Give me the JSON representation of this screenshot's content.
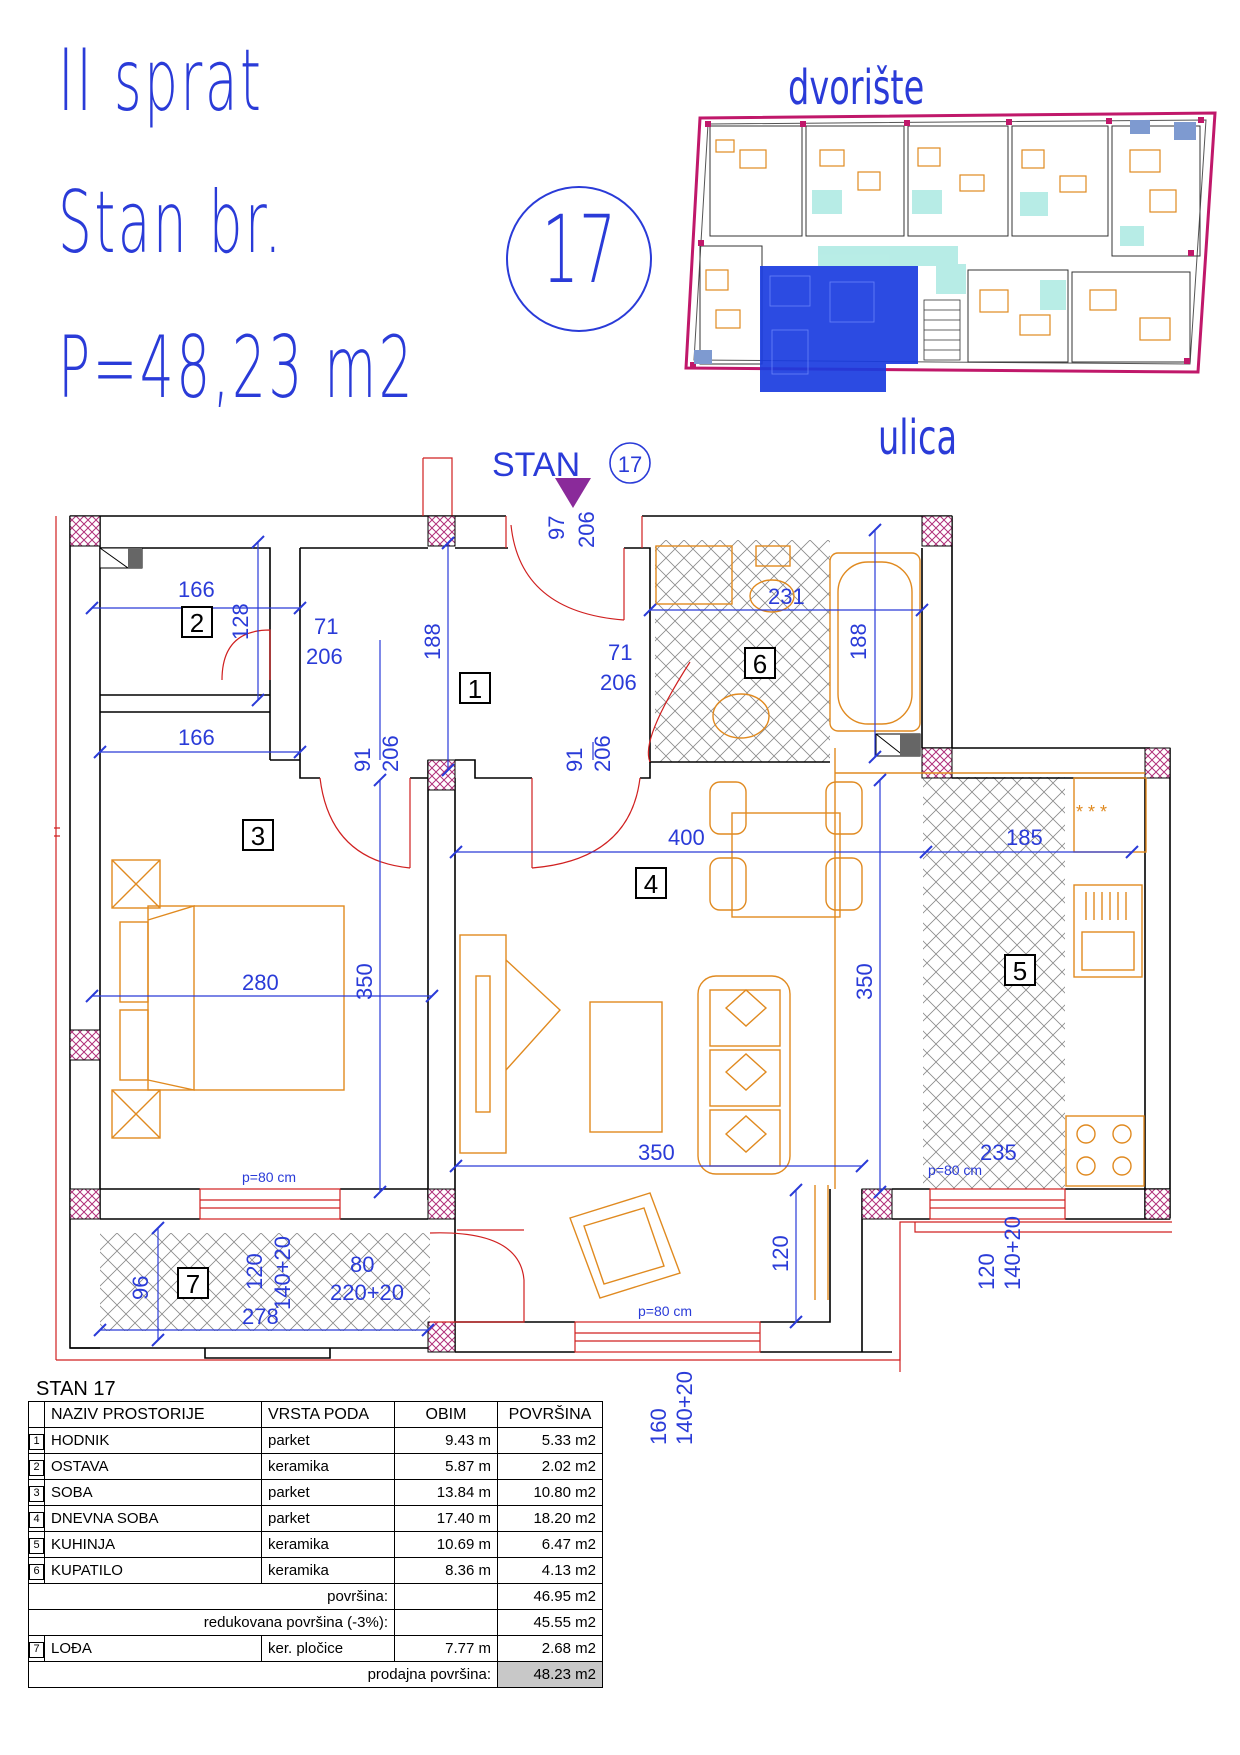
{
  "header": {
    "floor": "II sprat",
    "apartment_label": "Stan br.",
    "area_label": "P=48,23 m2",
    "apartment_number": "17"
  },
  "site_plan": {
    "top_label": "dvorište",
    "bottom_label": "ulica",
    "highlight_color": "#1a3ce0"
  },
  "plan": {
    "marker_label": "STAN",
    "marker_number": "17",
    "rooms": [
      "1",
      "2",
      "3",
      "4",
      "5",
      "6",
      "7"
    ],
    "dimensions": {
      "d_97": "97",
      "d_206": "206",
      "d_166a": "166",
      "d_128": "128",
      "d_71a": "71",
      "d_206a": "206",
      "d_188a": "188",
      "d_71b": "71",
      "d_206b": "206",
      "d_231": "231",
      "d_188b": "188",
      "d_166b": "166",
      "d_91a": "91",
      "d_206c": "206",
      "d_91b": "91",
      "d_206d": "206",
      "d_400": "400",
      "d_185": "185",
      "d_280": "280",
      "d_350a": "350",
      "d_350b": "350",
      "d_350c": "350",
      "d_235": "235",
      "d_120a": "120",
      "d_140_20a": "140+20",
      "d_80": "80",
      "d_220_20": "220+20",
      "d_96": "96",
      "d_278": "278",
      "d_120b": "120",
      "d_120c": "120",
      "d_140_20b": "140+20",
      "d_160": "160",
      "d_140_20c": "140+20",
      "win1": "p=80 cm",
      "win2": "p=80 cm",
      "win3": "p=80 cm"
    }
  },
  "table": {
    "title": "STAN 17",
    "headers": [
      "NAZIV PROSTORIJE",
      "VRSTA PODA",
      "OBIM",
      "POVRŠINA"
    ],
    "rows": [
      {
        "num": "1",
        "name": "HODNIK",
        "floor": "parket",
        "perimeter": "9.43 m",
        "area": "5.33 m2"
      },
      {
        "num": "2",
        "name": "OSTAVA",
        "floor": "keramika",
        "perimeter": "5.87 m",
        "area": "2.02 m2"
      },
      {
        "num": "3",
        "name": "SOBA",
        "floor": "parket",
        "perimeter": "13.84 m",
        "area": "10.80 m2"
      },
      {
        "num": "4",
        "name": "DNEVNA SOBA",
        "floor": "parket",
        "perimeter": "17.40  m",
        "area": "18.20 m2"
      },
      {
        "num": "5",
        "name": "KUHINJA",
        "floor": "keramika",
        "perimeter": "10.69 m",
        "area": "6.47 m2"
      },
      {
        "num": "6",
        "name": "KUPATILO",
        "floor": "keramika",
        "perimeter": "8.36 m",
        "area": "4.13 m2"
      }
    ],
    "surface_label": "površina:",
    "surface_value": "46.95 m2",
    "reduced_label": "redukovana površina (-3%):",
    "reduced_value": "45.55 m2",
    "loggia": {
      "num": "7",
      "name": "LOĐA",
      "floor": "ker. pločice",
      "perimeter": "7.77  m",
      "area": "2.68 m2"
    },
    "sale_label": "prodajna površina:",
    "sale_value": "48.23 m2"
  }
}
